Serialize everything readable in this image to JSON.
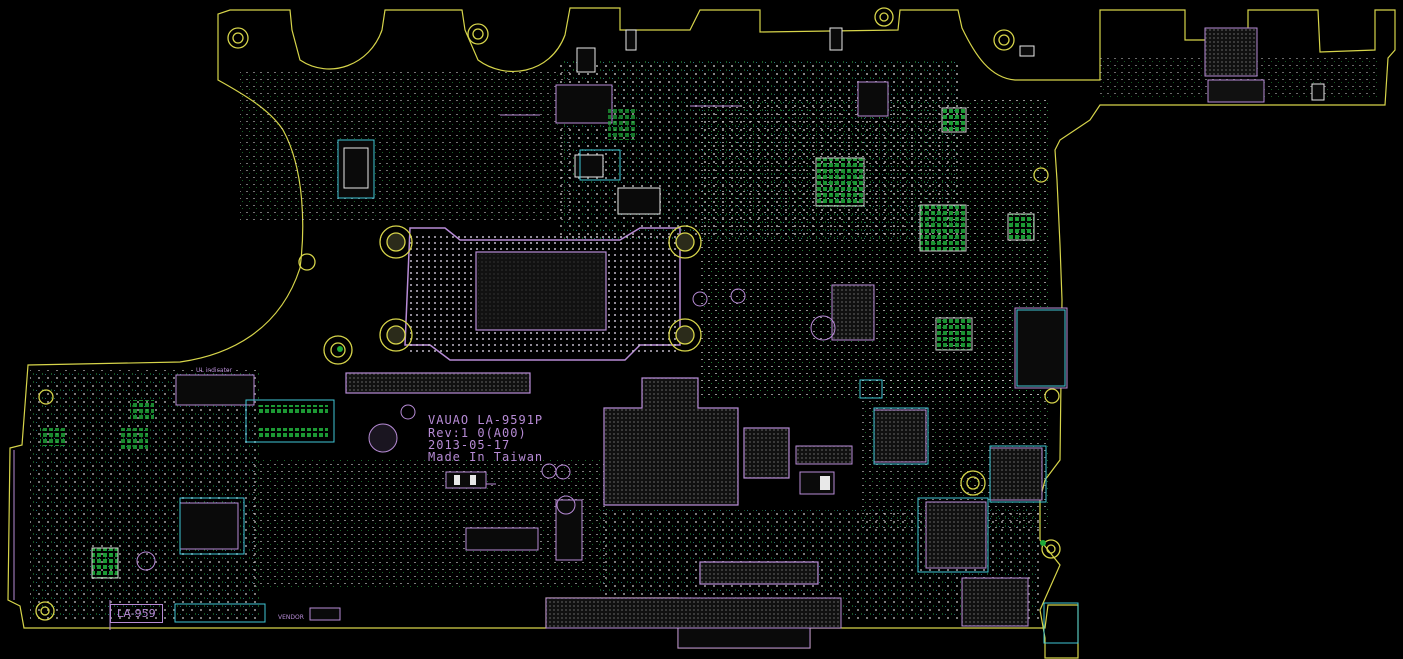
{
  "board": {
    "silkscreen_lines": [
      "VAUAO LA-9591P",
      "Rev:1 0(A00)",
      "2013-05-17",
      "Made In Taiwan"
    ],
    "corner_label": "LA-959",
    "vendor_label": "VENDOR",
    "ul_indicator_label": "UL indicator",
    "colors": {
      "background": "#000000",
      "outline": "#d6d44a",
      "silkscreen": "#b78bd6",
      "component_green": "#1faa3a",
      "pad_white": "#e8e8e8",
      "accent_cyan": "#3fc6d6"
    }
  }
}
